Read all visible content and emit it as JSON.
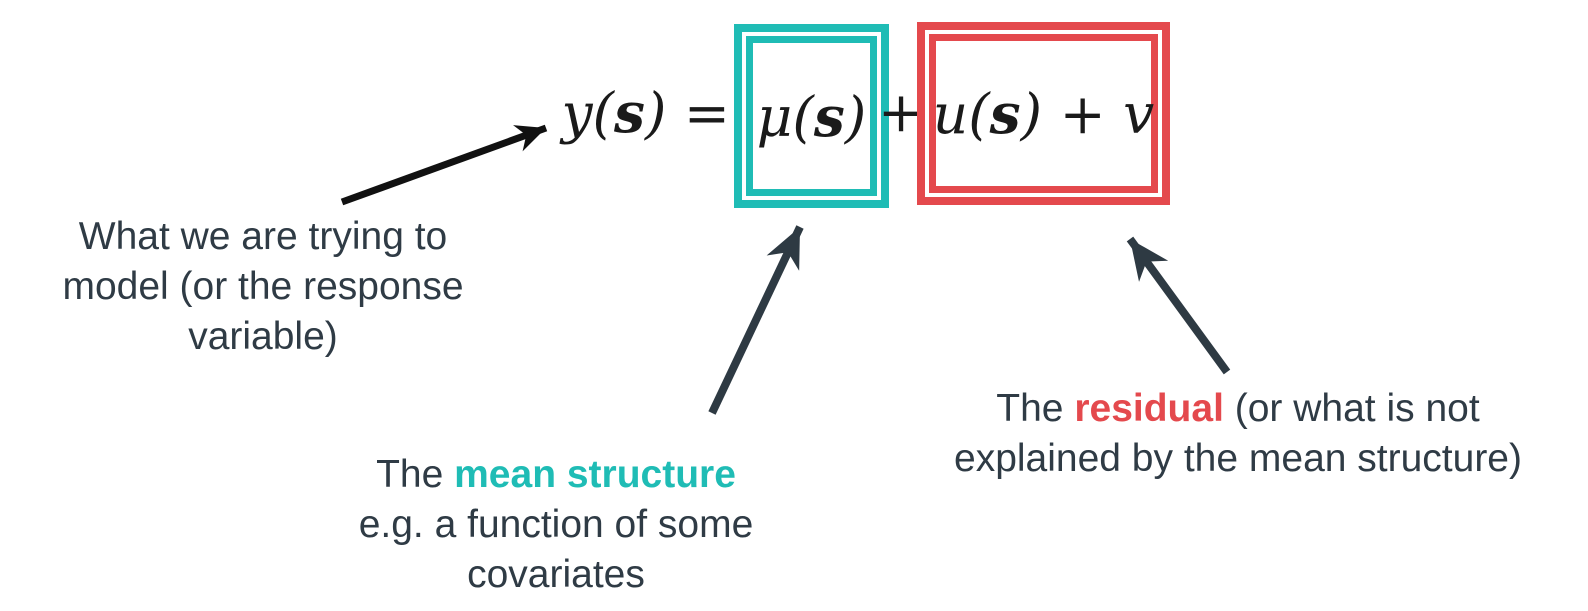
{
  "formula": {
    "y_pre": "y(",
    "s": "s",
    "y_eq": ") = ",
    "mu_pre": "μ(",
    "mu_post": ")",
    "plus": "+",
    "u_pre": "u(",
    "u_post": ") + v"
  },
  "notes": {
    "response": {
      "line1": "What we are trying to",
      "line2": "model (or the response",
      "line3": "variable)"
    },
    "mean": {
      "line1_prefix": "The ",
      "line1_highlight": "mean structure",
      "line2": "e.g. a function of some",
      "line3": "covariates"
    },
    "residual": {
      "line1_prefix": "The ",
      "line1_highlight": "residual",
      "line1_suffix": " (or what is not",
      "line2": "explained by the mean structure)"
    }
  },
  "colors": {
    "teal": "#1fbcb5",
    "red": "#e4494d",
    "text_dark": "#2f3b45",
    "arrow_dark": "#2e3a43",
    "arrow_black": "#111111",
    "math_ink": "#1a1a1a",
    "background": "#ffffff"
  }
}
